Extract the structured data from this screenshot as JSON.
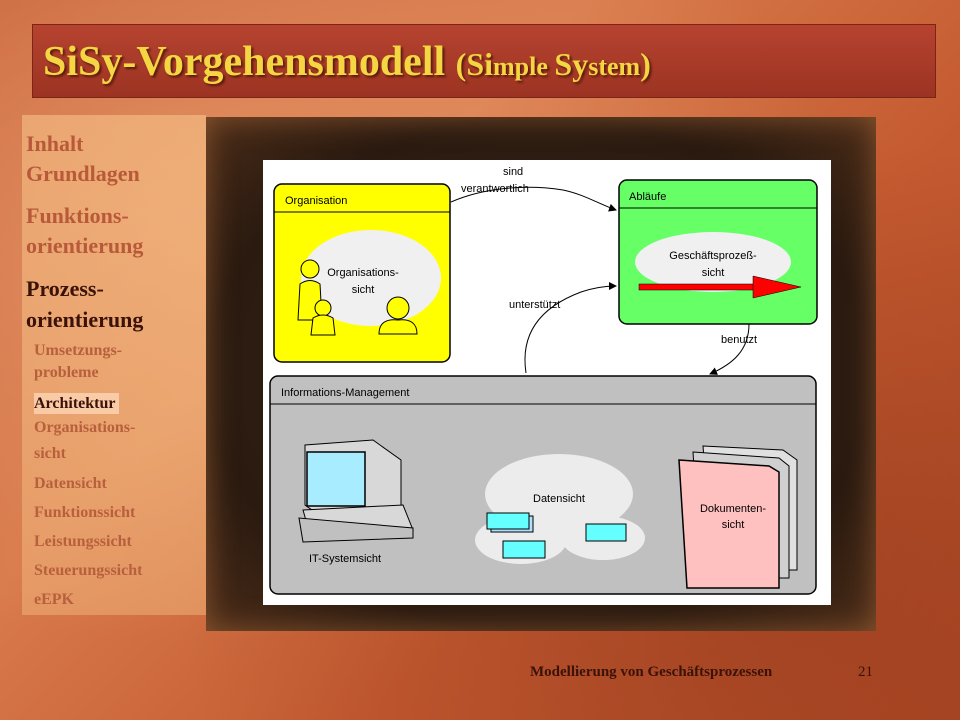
{
  "slide": {
    "title_parts": {
      "main": "SiSy-Vorgehensmodell",
      "open": "(",
      "si": "Si",
      "mple": "mple ",
      "sy": "Sy",
      "stem": "stem",
      "close": ")"
    },
    "footer": "Modellierung von Geschäftsprozessen",
    "page_number": "21"
  },
  "nav": {
    "major": [
      {
        "label": "Inhalt"
      },
      {
        "label": "Grundlagen"
      },
      {
        "label": "Funktions-"
      },
      {
        "label": "orientierung"
      },
      {
        "label": "Prozess-"
      },
      {
        "label": "orientierung"
      }
    ],
    "sub": [
      {
        "label": "Umsetzungs-"
      },
      {
        "label": "probleme"
      },
      {
        "label": "Architektur"
      },
      {
        "label": "Organisations-"
      },
      {
        "label": "sicht"
      },
      {
        "label": "Datensicht"
      },
      {
        "label": "Funktionssicht"
      },
      {
        "label": "Leistungssicht"
      },
      {
        "label": "Steuerungssicht"
      },
      {
        "label": "eEPK"
      }
    ]
  },
  "diagram": {
    "organisation": {
      "title": "Organisation",
      "view_line1": "Organisations-",
      "view_line2": "sicht"
    },
    "ablaeufe": {
      "title": "Abläufe",
      "view_line1": "Geschäftsprozeß-",
      "view_line2": "sicht"
    },
    "info": {
      "title": "Informations-Management"
    },
    "it_label": "IT-Systemsicht",
    "daten_label": "Datensicht",
    "doku_line1": "Dokumenten-",
    "doku_line2": "sicht",
    "edge_sind1": "sind",
    "edge_sind2": "verantwortlich",
    "edge_unterstuetzt": "unterstützt",
    "edge_benutzt": "benutzt",
    "colors": {
      "organisation": "#ffff00",
      "ablaeufe": "#66ff66",
      "info": "#c0c0c0",
      "arrow_red": "#ff0000",
      "data_box": "#66ffff",
      "document": "#ffc0c0"
    }
  }
}
